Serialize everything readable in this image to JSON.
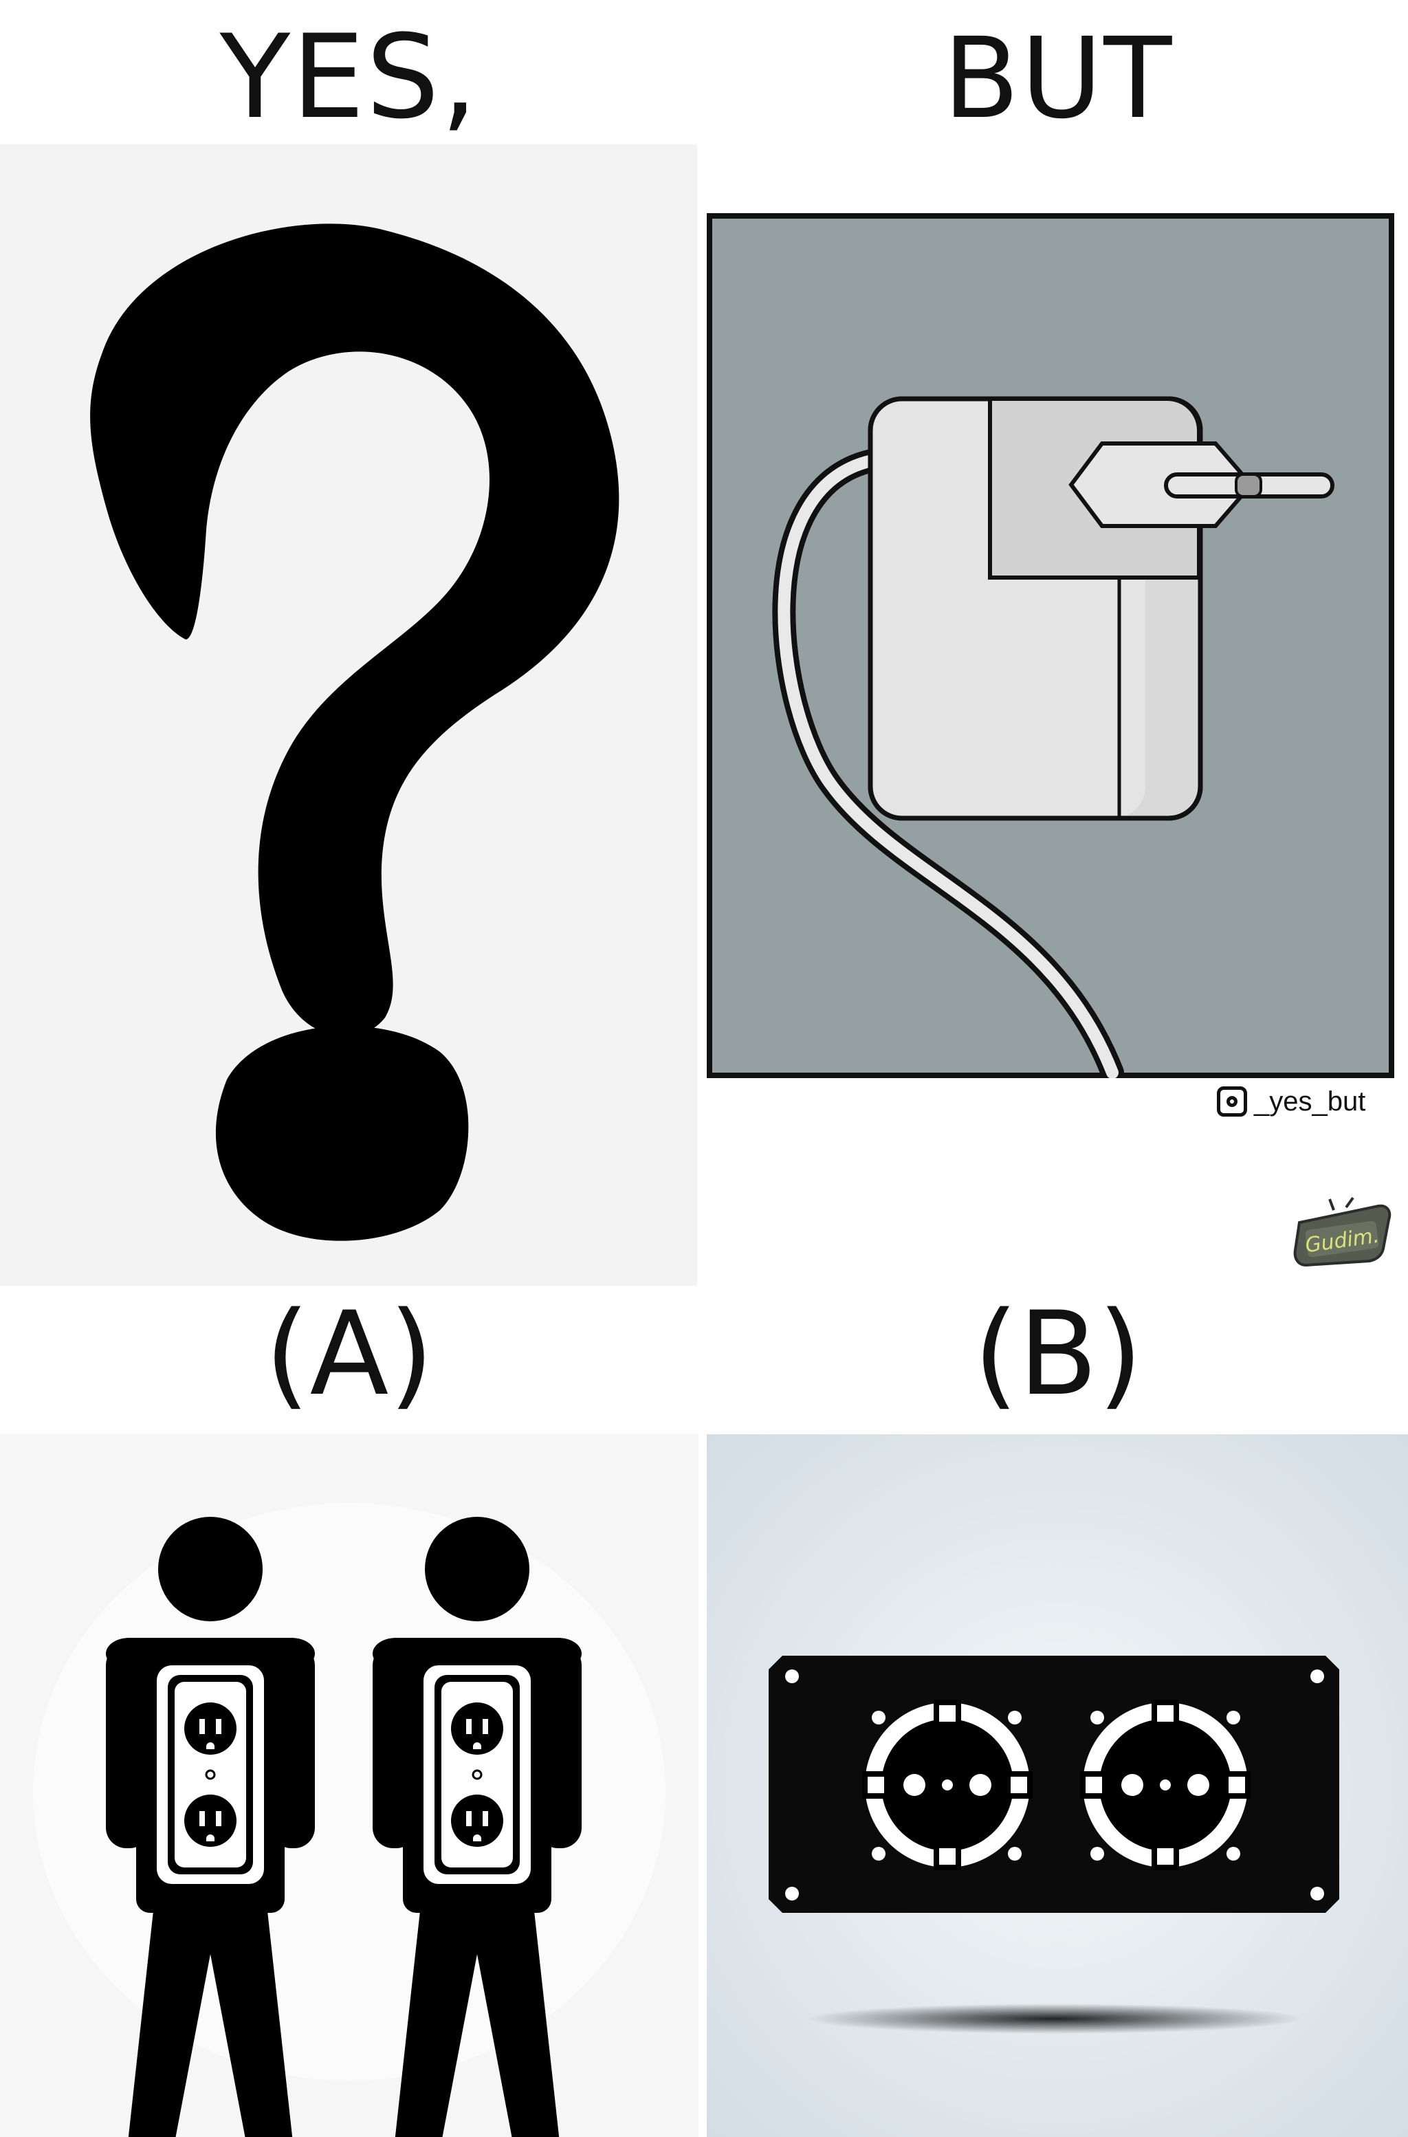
{
  "headings": {
    "top_left": "YES,",
    "top_right": "BUT",
    "option_a": "(A)",
    "option_b": "(B)"
  },
  "credit": {
    "handle": "_yes_but",
    "icon": "instagram-icon"
  },
  "logo": {
    "text": "Gudim."
  },
  "colors": {
    "panel_tl_bg": "#f3f3f3",
    "panel_tr_bg": "#95a0a2",
    "panel_bl_bg": "#f6f6f7",
    "panel_br_bg": "#dbe4ea",
    "ink": "#000000"
  }
}
